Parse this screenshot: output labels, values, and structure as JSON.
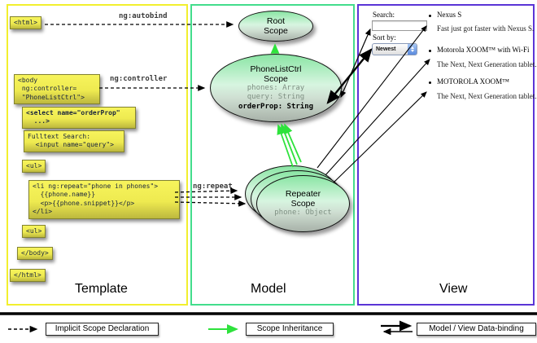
{
  "panels": {
    "template_title": "Template",
    "model_title": "Model",
    "view_title": "View"
  },
  "template_code": {
    "html_open": "<html>",
    "body_open": "<body\n ng:controller=\n \"PhoneListCtrl\">",
    "select": "<select name=\"orderProp\"\n  ...>",
    "fulltext": "Fulltext Search:\n  <input name=\"query\">",
    "ul_open": "<ul>",
    "li_repeat": "<li ng:repeat=\"phone in phones\">\n  {{phone.name}}\n  <p>{{phone.snippet}}</p>\n</li>",
    "ul_close": "<ul>",
    "body_close": "</body>",
    "html_close": "</html>"
  },
  "directives": {
    "autobind": "ng:autobind",
    "controller": "ng:controller",
    "repeat": "ng:repeat"
  },
  "scopes": {
    "root_title": "Root\nScope",
    "phonelist_title": "PhoneListCtrl\nScope",
    "prop_phones": "phones: Array",
    "prop_query": "query: String",
    "prop_orderprop": "orderProp: String",
    "repeater_title": "Repeater\nScope",
    "repeater_prop": "phone: Object"
  },
  "view": {
    "search_label": "Search:",
    "search_value": "",
    "sort_label": "Sort by:",
    "sort_value": "Newest",
    "items": [
      {
        "name": "Nexus S",
        "desc": "Fast just got faster with Nexus S."
      },
      {
        "name": "Motorola XOOM™ with Wi-Fi",
        "desc": "The Next, Next Generation tablet."
      },
      {
        "name": "MOTOROLA XOOM™",
        "desc": "The Next, Next Generation tablet."
      }
    ]
  },
  "legend": {
    "implicit": "Implicit Scope Declaration",
    "inheritance": "Scope Inheritance",
    "databinding": "Model / View Data-binding"
  },
  "colors": {
    "template_border": "#f2ef2e",
    "model_border": "#43dd8c",
    "view_border": "#5a35d6",
    "scope_fill_top": "#8ae5a4",
    "codebox_fill": "#eeea50",
    "inheritance_green": "#2ee23c",
    "arrow_black": "#000000"
  }
}
